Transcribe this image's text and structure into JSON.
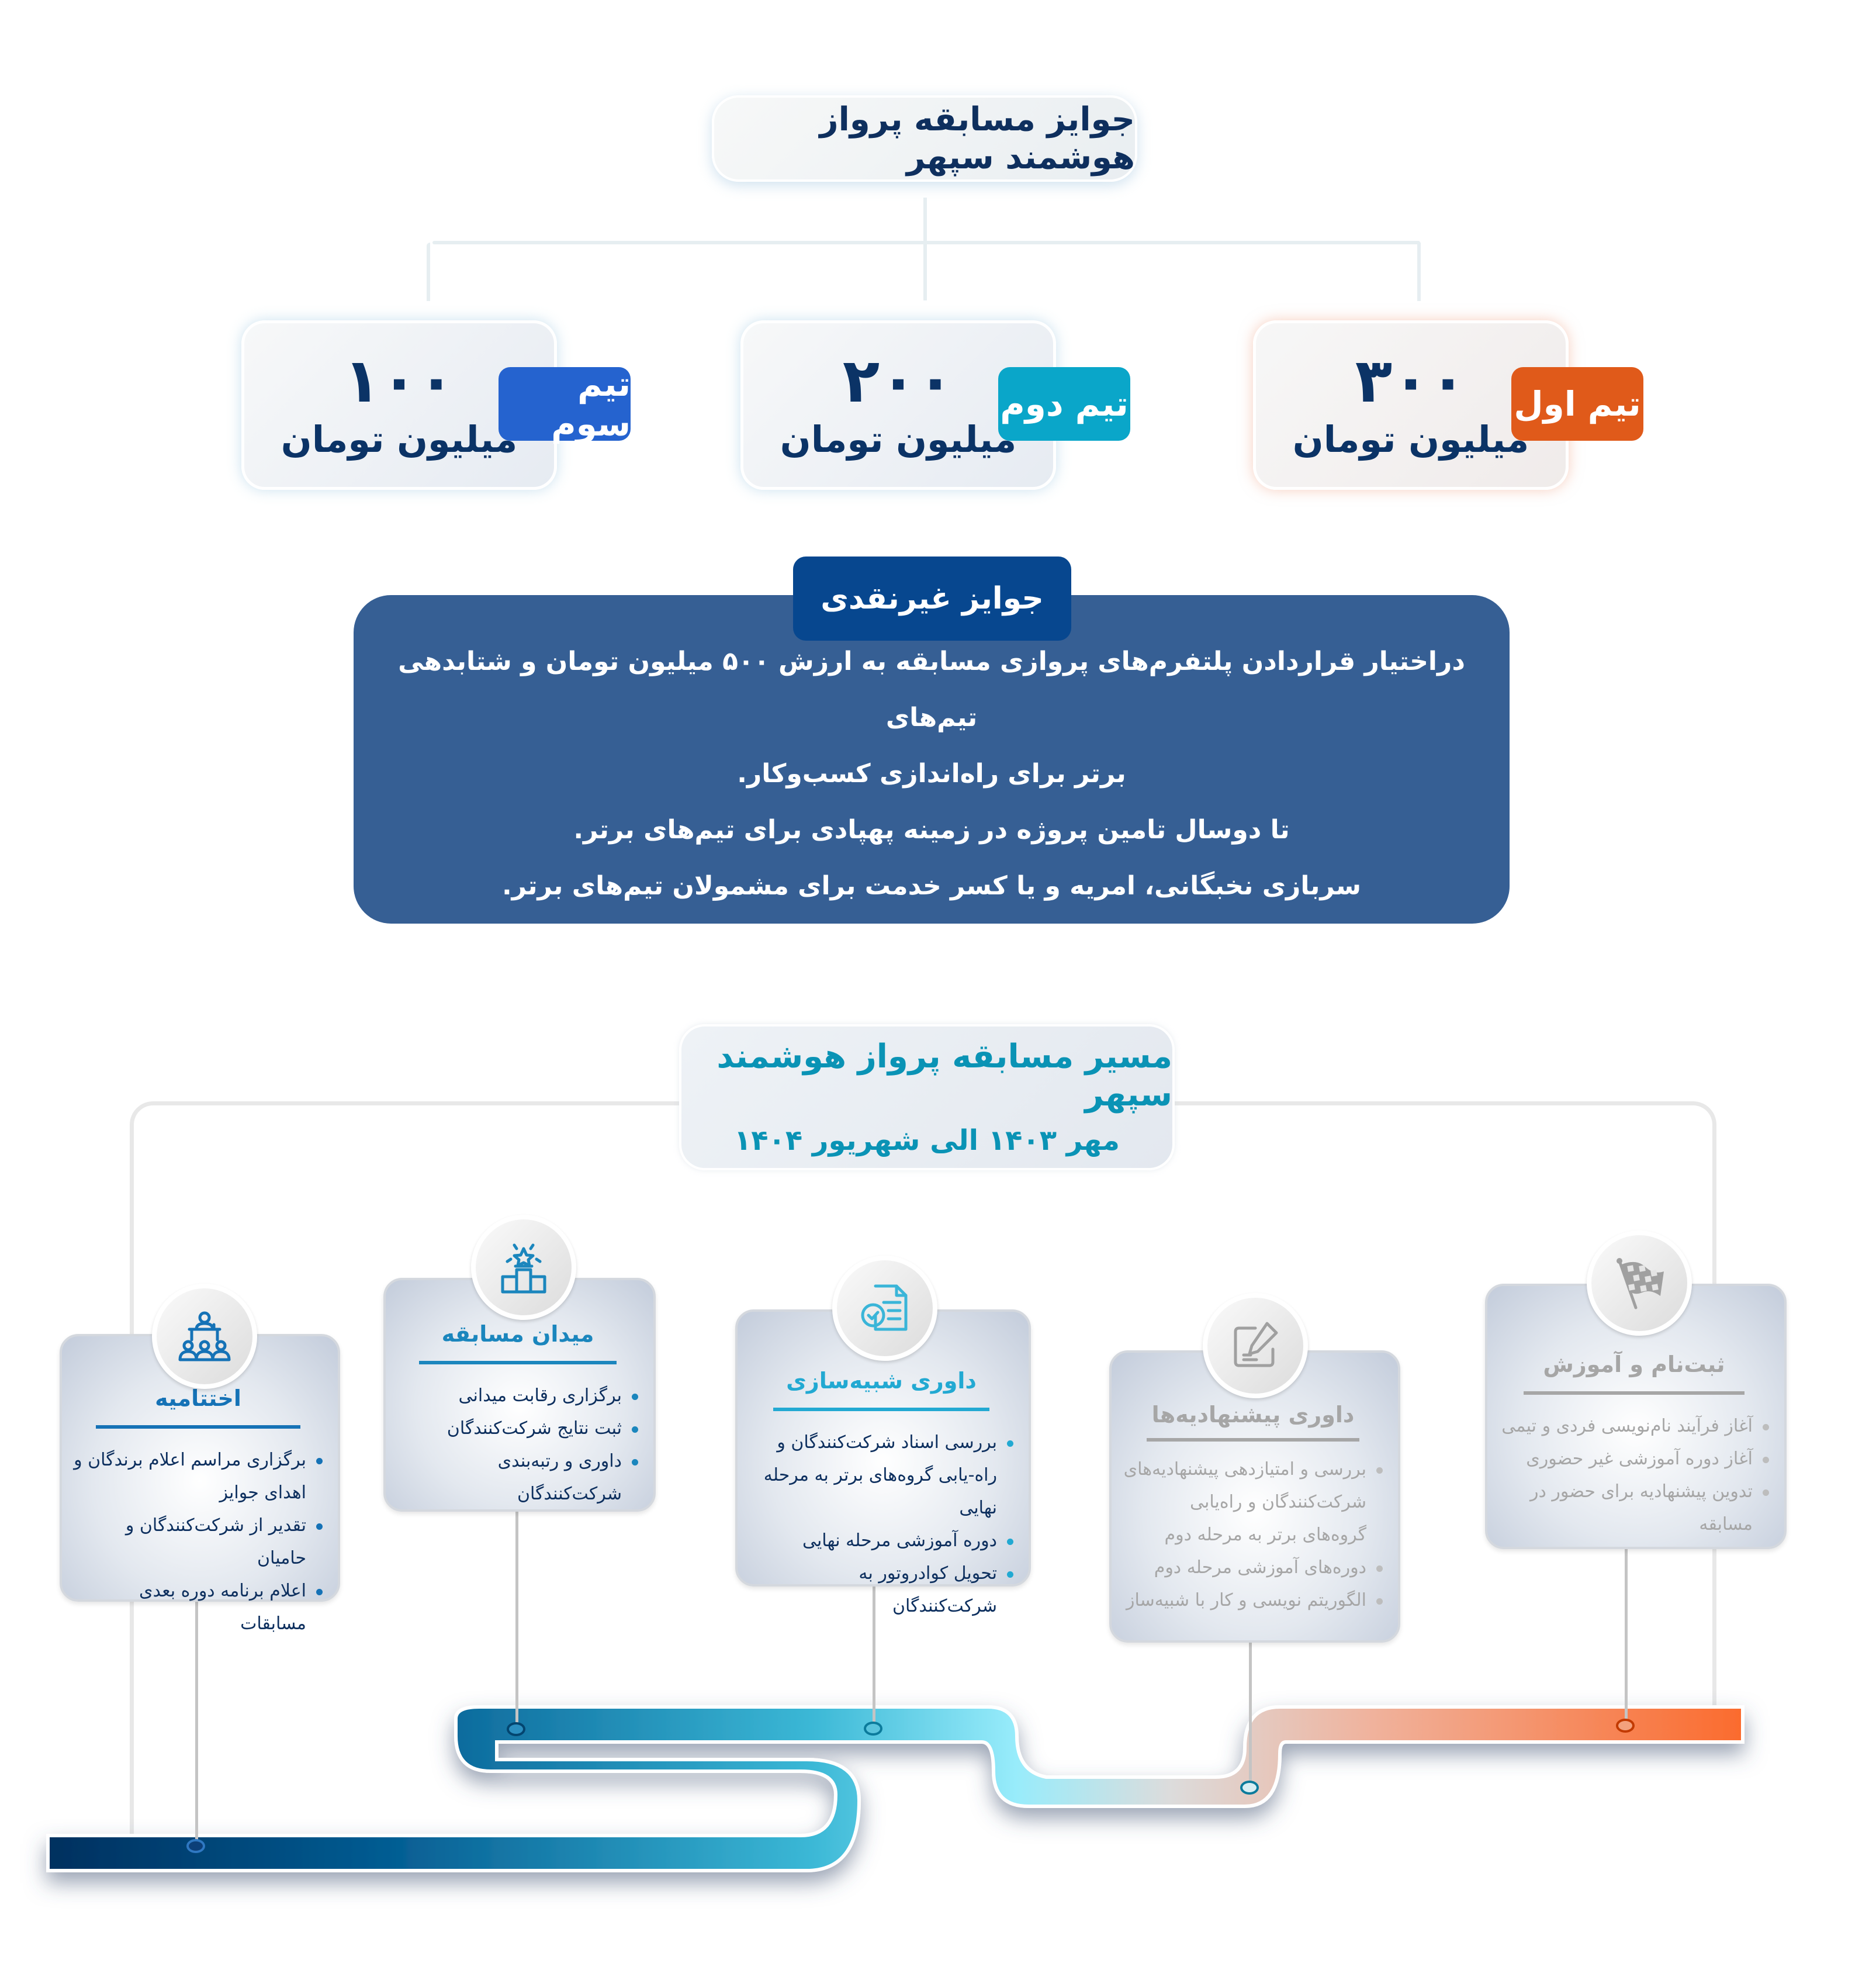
{
  "prizes": {
    "title": "جوایز مسابقه پرواز هوشمند سپهر",
    "teams": [
      {
        "badge": "تیم اول",
        "amount": "۳۰۰",
        "unit": "میلیون تومان",
        "color": "#e05a1a"
      },
      {
        "badge": "تیم دوم",
        "amount": "۲۰۰",
        "unit": "میلیون تومان",
        "color": "#0aa6c9"
      },
      {
        "badge": "تیم سوم",
        "amount": "۱۰۰",
        "unit": "میلیون تومان",
        "color": "#2563cf"
      }
    ]
  },
  "noncash": {
    "title": "جوایز غیرنقدی",
    "lines": [
      "دراختیار قراردادن پلتفرم‌های پروازی مسابقه به ارزش ۵۰۰ میلیون تومان و شتابدهی تیم‌های",
      "برتر برای راه‌اندازی کسب‌وکار.",
      "تا دوسال تامین پروژه در زمینه پهپادی  برای تیم‌های برتر.",
      "سربازی نخبگانی، امریه و یا کسر خدمت برای مشمولان تیم‌های برتر."
    ]
  },
  "route": {
    "title": "مسیر مسابقه پرواز هوشمند سپهر",
    "date_range": "مهر ۱۴۰۳ الی شهریور ۱۴۰۴",
    "stages": [
      {
        "title": "ثبت‌نام و آموزش",
        "icon": "checkered-flag-icon",
        "status": "completed",
        "items": [
          "آغاز فرآیند نام‌نویسی فردی و تیمی",
          "آغاز دوره آموزشی غیر حضوری",
          "تدوین پیشنهادیه برای حضور در مسابقه"
        ]
      },
      {
        "title": "داوری پیشنهادیه‌ها",
        "icon": "edit-document-icon",
        "status": "completed",
        "items": [
          "بررسی و امتیازدهی پیشنهادیه‌های شرکت‌کنندگان و راه‌یابی گروه‌های برتر به مرحله دوم",
          "دوره‌های آموزشی مرحله دوم",
          "الگوریتم نویسی و کار با شبیه‌ساز"
        ]
      },
      {
        "title": "داوری شبیه‌سازی",
        "icon": "document-check-icon",
        "status": "upcoming",
        "items": [
          "بررسی اسناد شرکت‌کنندگان و راه‌-یابی گروه‌های برتر به مرحله نهایی",
          "دوره آموزشی مرحله نهایی",
          "تحویل کوادروتور به شرکت‌کنندگان"
        ]
      },
      {
        "title": "میدان مسابقه",
        "icon": "podium-star-icon",
        "status": "upcoming",
        "items": [
          "برگزاری رقابت میدانی",
          "ثبت نتایج شرکت‌کنندگان",
          "داوری و رتبه‌بندی شرکت‌کنندگان"
        ]
      },
      {
        "title": "اختتامیه",
        "icon": "audience-presenter-icon",
        "status": "upcoming",
        "items": [
          "برگزاری مراسم اعلام برندگان و اهدای جوایز",
          "تقدیر از شرکت‌کنندگان و حامیان",
          "اعلام برنامه دوره بعدی مسابقات"
        ]
      }
    ]
  },
  "colors": {
    "navy": "#0b3366",
    "noncash_bg": "#365f94",
    "noncash_tab": "#07478f",
    "route_teal": "#0a93b5",
    "completed_gray": "#a6a6a6",
    "cyan_stage": "#22a9d2",
    "blue_stage": "#1b86bd",
    "dark_blue_stage": "#1572b6",
    "road_start": "#e96a2e",
    "road_end": "#03305f"
  }
}
